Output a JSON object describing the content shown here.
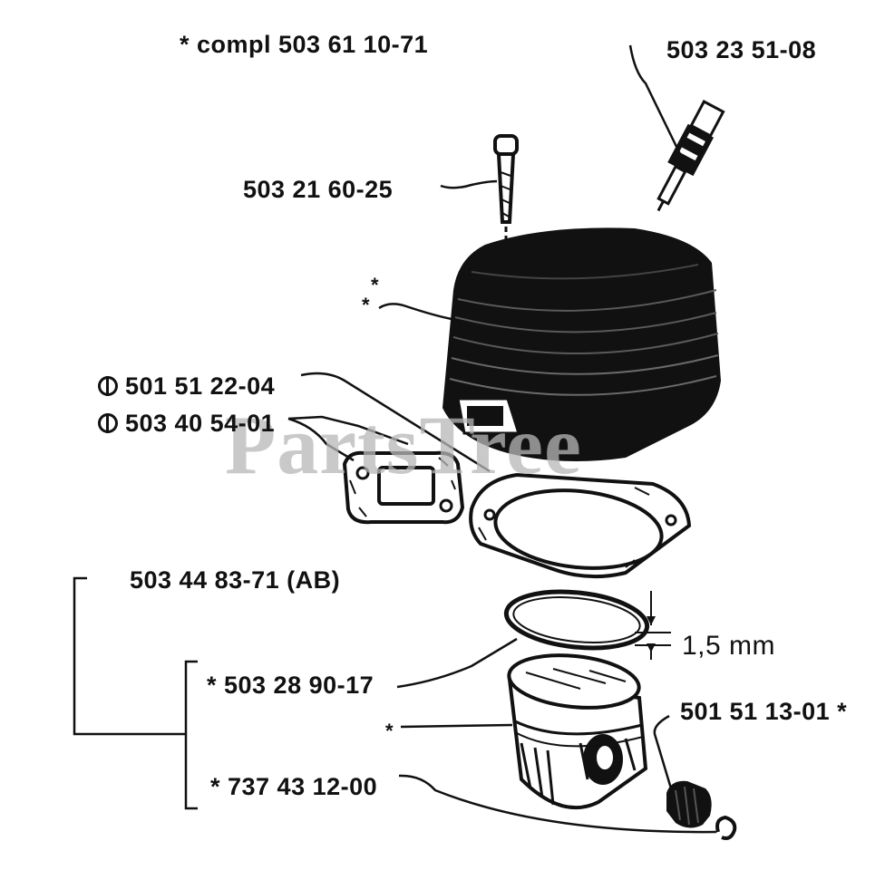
{
  "labels": {
    "compl": "*  compl 503 61 10-71",
    "spark_plug": "503 23 51-08",
    "bolt": "503 21 60-25",
    "cylinder_star": "*",
    "cylinder_star2": "*",
    "gasket_1": "501 51 22-04",
    "gasket_2": "503 40 54-01",
    "piston_kit": "503 44 83-71 (AB)",
    "ring": "*  503 28 90-17",
    "ring_thickness": "1,5 mm",
    "pin_bearing": "501 51 13-01  *",
    "piston_star": "*",
    "circlip": "*  737 43 12-00"
  },
  "watermark": "PartsTree",
  "icons": {
    "gasket_1_symbol": "circle-bar-icon",
    "gasket_2_symbol": "circle-bar-icon"
  }
}
